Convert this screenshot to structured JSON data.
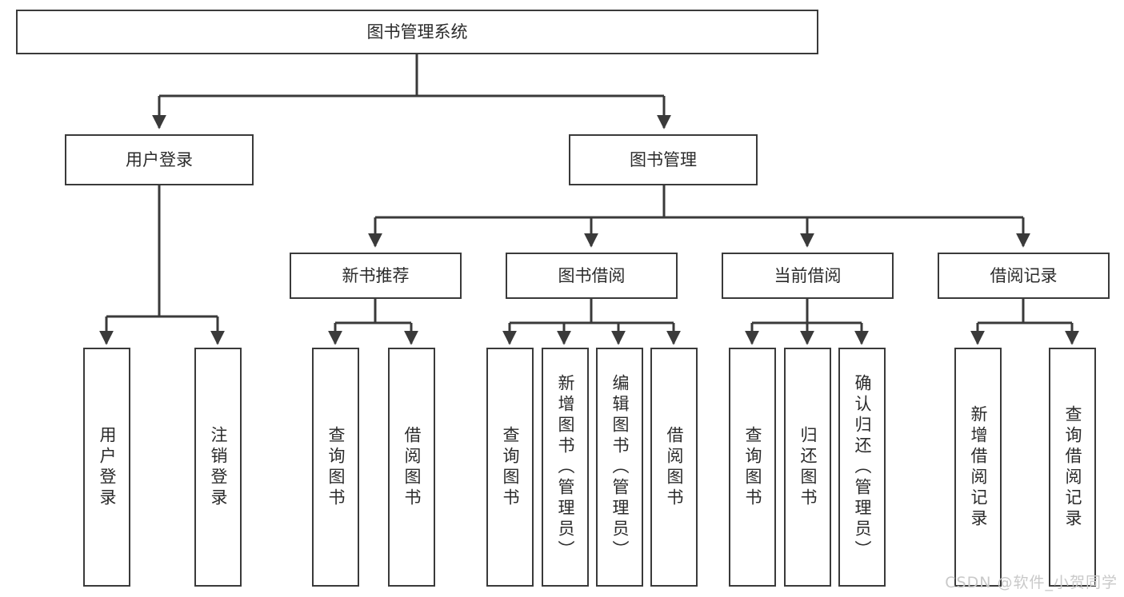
{
  "diagram": {
    "title_node": {
      "label": "图书管理系统"
    },
    "level2": [
      {
        "label": "用户登录"
      },
      {
        "label": "图书管理"
      }
    ],
    "level3": [
      {
        "label": "新书推荐"
      },
      {
        "label": "图书借阅"
      },
      {
        "label": "当前借阅"
      },
      {
        "label": "借阅记录"
      }
    ],
    "leaves": [
      {
        "label": "用户登录"
      },
      {
        "label": "注销登录"
      },
      {
        "label": "查询图书"
      },
      {
        "label": "借阅图书"
      },
      {
        "label": "查询图书"
      },
      {
        "label": "新增图书（管理员）"
      },
      {
        "label": "编辑图书（管理员）"
      },
      {
        "label": "借阅图书"
      },
      {
        "label": "查询图书"
      },
      {
        "label": "归还图书"
      },
      {
        "label": "确认归还（管理员）"
      },
      {
        "label": "新增借阅记录"
      },
      {
        "label": "查询借阅记录"
      }
    ],
    "watermark": "CSDN @软件_小贺同学",
    "colors": {
      "stroke": "#3a3a3a",
      "fill": "#ffffff",
      "text": "#2b2b2b",
      "watermark": "#c9c9c9"
    }
  }
}
